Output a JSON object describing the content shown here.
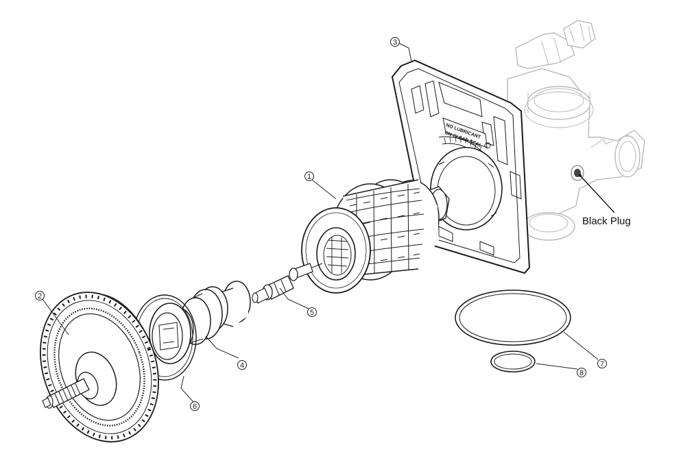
{
  "callouts": {
    "c1": "1",
    "c2": "2",
    "c3": "3",
    "c4": "4",
    "c5": "5",
    "c6": "6",
    "c7": "7",
    "c8": "8"
  },
  "labels": {
    "black_plug": "Black Plug",
    "plate_text_line1": "NO LUBRICANT",
    "plate_text_line2": "ON CLEAR SEAL"
  }
}
